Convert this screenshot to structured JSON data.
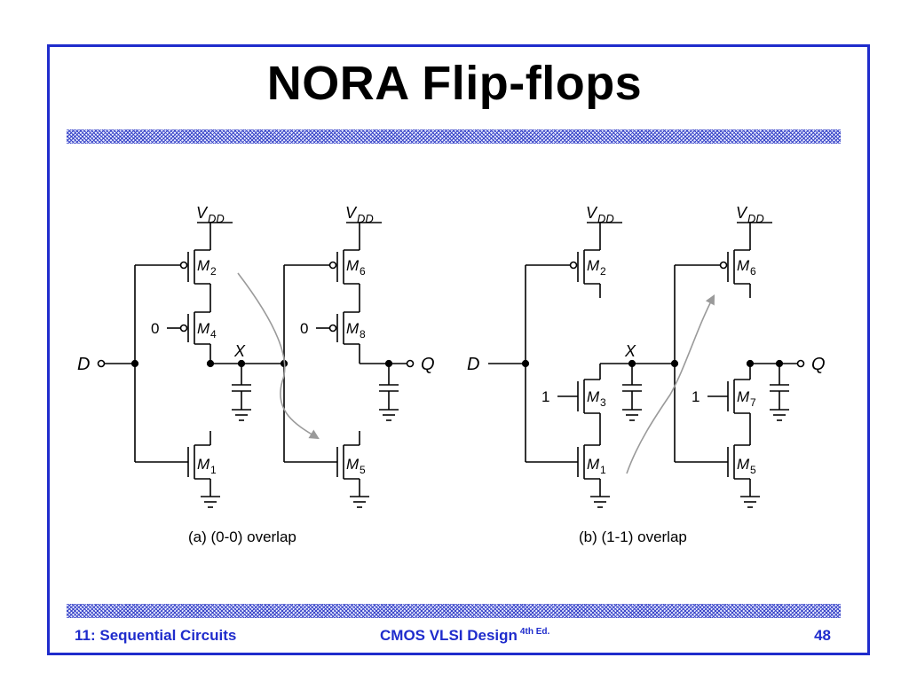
{
  "slide": {
    "title": "NORA Flip-flops",
    "footer_left": "11: Sequential Circuits",
    "footer_center": "CMOS VLSI Design",
    "footer_center_sup": "4th Ed.",
    "page_number": "48"
  },
  "diagram_a": {
    "caption": "(a) (0-0) overlap",
    "input_label": "D",
    "output_label": "Q",
    "node_label": "X",
    "vdd_main": "V",
    "vdd_sub": "DD",
    "gate_const_1": "0",
    "gate_const_2": "0",
    "transistors": [
      {
        "main": "M",
        "sub": "2"
      },
      {
        "main": "M",
        "sub": "4"
      },
      {
        "main": "M",
        "sub": "1"
      },
      {
        "main": "M",
        "sub": "6"
      },
      {
        "main": "M",
        "sub": "8"
      },
      {
        "main": "M",
        "sub": "5"
      }
    ]
  },
  "diagram_b": {
    "caption": "(b) (1-1) overlap",
    "input_label": "D",
    "output_label": "Q",
    "node_label": "X",
    "vdd_main": "V",
    "vdd_sub": "DD",
    "gate_const_1": "1",
    "gate_const_2": "1",
    "transistors": [
      {
        "main": "M",
        "sub": "2"
      },
      {
        "main": "M",
        "sub": "3"
      },
      {
        "main": "M",
        "sub": "1"
      },
      {
        "main": "M",
        "sub": "6"
      },
      {
        "main": "M",
        "sub": "7"
      },
      {
        "main": "M",
        "sub": "5"
      }
    ]
  }
}
